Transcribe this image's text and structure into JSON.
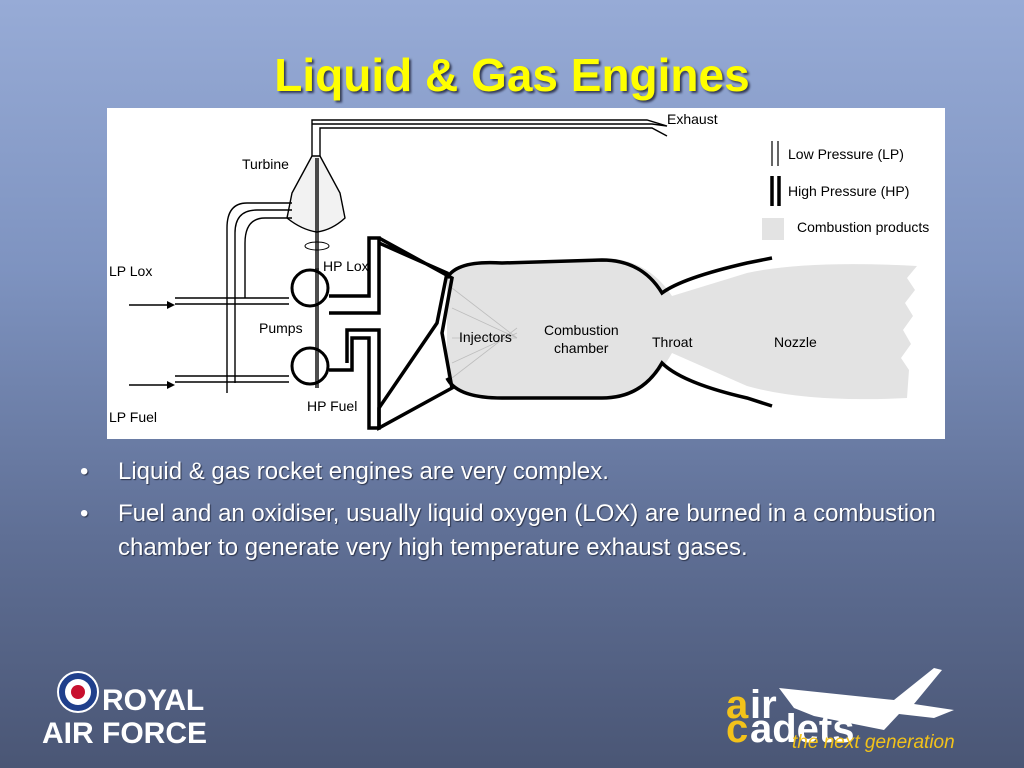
{
  "slide": {
    "title": "Liquid & Gas Engines",
    "bullets": [
      "Liquid & gas rocket engines are very complex.",
      "Fuel and an oxidiser, usually liquid oxygen (LOX) are burned in a combustion chamber to generate very high temperature exhaust gases."
    ]
  },
  "diagram": {
    "labels": {
      "exhaust": "Exhaust",
      "turbine": "Turbine",
      "hp_lox": "HP Lox",
      "lp_lox": "LP Lox",
      "pumps": "Pumps",
      "lp_fuel": "LP Fuel",
      "hp_fuel": "HP Fuel",
      "injectors": "Injectors",
      "combustion_chamber_line1": "Combustion",
      "combustion_chamber_line2": "chamber",
      "throat": "Throat",
      "nozzle": "Nozzle"
    },
    "legend": {
      "low_pressure": "Low Pressure (LP)",
      "high_pressure": "High  Pressure (HP)",
      "combustion_products": "Combustion products"
    },
    "colors": {
      "combustion": "#e3e3e3",
      "line": "#000000"
    }
  },
  "logos": {
    "raf_line1": "ROYAL",
    "raf_line2": "AIR FORCE",
    "cadets_a": "a",
    "cadets_ir": "ir",
    "cadets_c": "c",
    "cadets_adets": "adets",
    "tagline": "the next generation"
  }
}
